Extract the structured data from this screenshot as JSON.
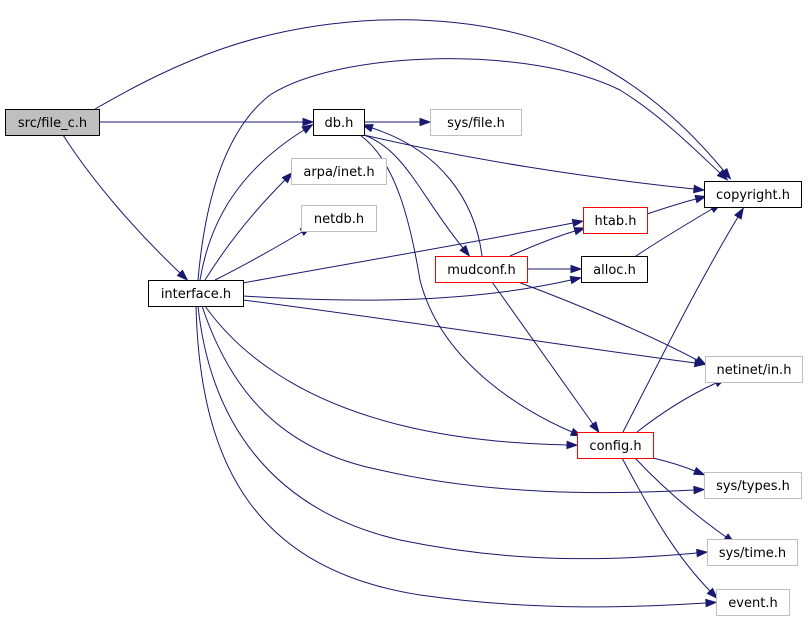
{
  "diagram": {
    "type": "include-dependency-graph",
    "colors": {
      "edge": "#191970",
      "root_fill": "#bfbfbf",
      "border_documented": "#000000",
      "border_truncated": "#ff0000",
      "border_undocumented": "#bfbfbf",
      "fill": "#ffffff"
    },
    "nodes": [
      {
        "id": "src_file_c",
        "label": "src/file_c.h",
        "kind": "root"
      },
      {
        "id": "db",
        "label": "db.h",
        "kind": "documented"
      },
      {
        "id": "sys_file",
        "label": "sys/file.h",
        "kind": "undocumented"
      },
      {
        "id": "arpa_inet",
        "label": "arpa/inet.h",
        "kind": "undocumented"
      },
      {
        "id": "netdb",
        "label": "netdb.h",
        "kind": "undocumented"
      },
      {
        "id": "copyright",
        "label": "copyright.h",
        "kind": "documented"
      },
      {
        "id": "htab",
        "label": "htab.h",
        "kind": "truncated"
      },
      {
        "id": "mudconf",
        "label": "mudconf.h",
        "kind": "truncated"
      },
      {
        "id": "alloc",
        "label": "alloc.h",
        "kind": "documented"
      },
      {
        "id": "interface",
        "label": "interface.h",
        "kind": "documented"
      },
      {
        "id": "netinet_in",
        "label": "netinet/in.h",
        "kind": "undocumented"
      },
      {
        "id": "config",
        "label": "config.h",
        "kind": "truncated"
      },
      {
        "id": "sys_types",
        "label": "sys/types.h",
        "kind": "undocumented"
      },
      {
        "id": "sys_time",
        "label": "sys/time.h",
        "kind": "undocumented"
      },
      {
        "id": "event",
        "label": "event.h",
        "kind": "undocumented"
      }
    ],
    "edges": [
      {
        "from": "src_file_c",
        "to": "db"
      },
      {
        "from": "src_file_c",
        "to": "copyright"
      },
      {
        "from": "src_file_c",
        "to": "interface"
      },
      {
        "from": "db",
        "to": "sys_file"
      },
      {
        "from": "db",
        "to": "copyright"
      },
      {
        "from": "db",
        "to": "mudconf"
      },
      {
        "from": "db",
        "to": "config"
      },
      {
        "from": "mudconf",
        "to": "db"
      },
      {
        "from": "mudconf",
        "to": "htab"
      },
      {
        "from": "mudconf",
        "to": "alloc"
      },
      {
        "from": "mudconf",
        "to": "netinet_in"
      },
      {
        "from": "mudconf",
        "to": "config"
      },
      {
        "from": "htab",
        "to": "copyright"
      },
      {
        "from": "alloc",
        "to": "copyright"
      },
      {
        "from": "interface",
        "to": "db"
      },
      {
        "from": "interface",
        "to": "copyright"
      },
      {
        "from": "interface",
        "to": "arpa_inet"
      },
      {
        "from": "interface",
        "to": "netdb"
      },
      {
        "from": "interface",
        "to": "htab"
      },
      {
        "from": "interface",
        "to": "alloc"
      },
      {
        "from": "interface",
        "to": "netinet_in"
      },
      {
        "from": "interface",
        "to": "config"
      },
      {
        "from": "interface",
        "to": "sys_types"
      },
      {
        "from": "interface",
        "to": "sys_time"
      },
      {
        "from": "interface",
        "to": "event"
      },
      {
        "from": "config",
        "to": "copyright"
      },
      {
        "from": "config",
        "to": "netinet_in"
      },
      {
        "from": "config",
        "to": "sys_types"
      },
      {
        "from": "config",
        "to": "sys_time"
      },
      {
        "from": "config",
        "to": "event"
      }
    ]
  }
}
